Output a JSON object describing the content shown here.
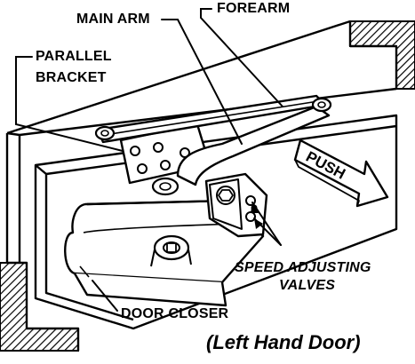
{
  "labels": {
    "main_arm": "MAIN ARM",
    "forearm": "FOREARM",
    "parallel_bracket_line1": "PARALLEL",
    "parallel_bracket_line2": "BRACKET",
    "push_sign": "PUSH",
    "speed_adjusting_line1": "SPEED ADJUSTING",
    "speed_adjusting_line2": "VALVES",
    "door_closer": "DOOR CLOSER",
    "caption": "(Left Hand Door)"
  },
  "colors": {
    "ink": "#000000",
    "paper": "#ffffff"
  }
}
